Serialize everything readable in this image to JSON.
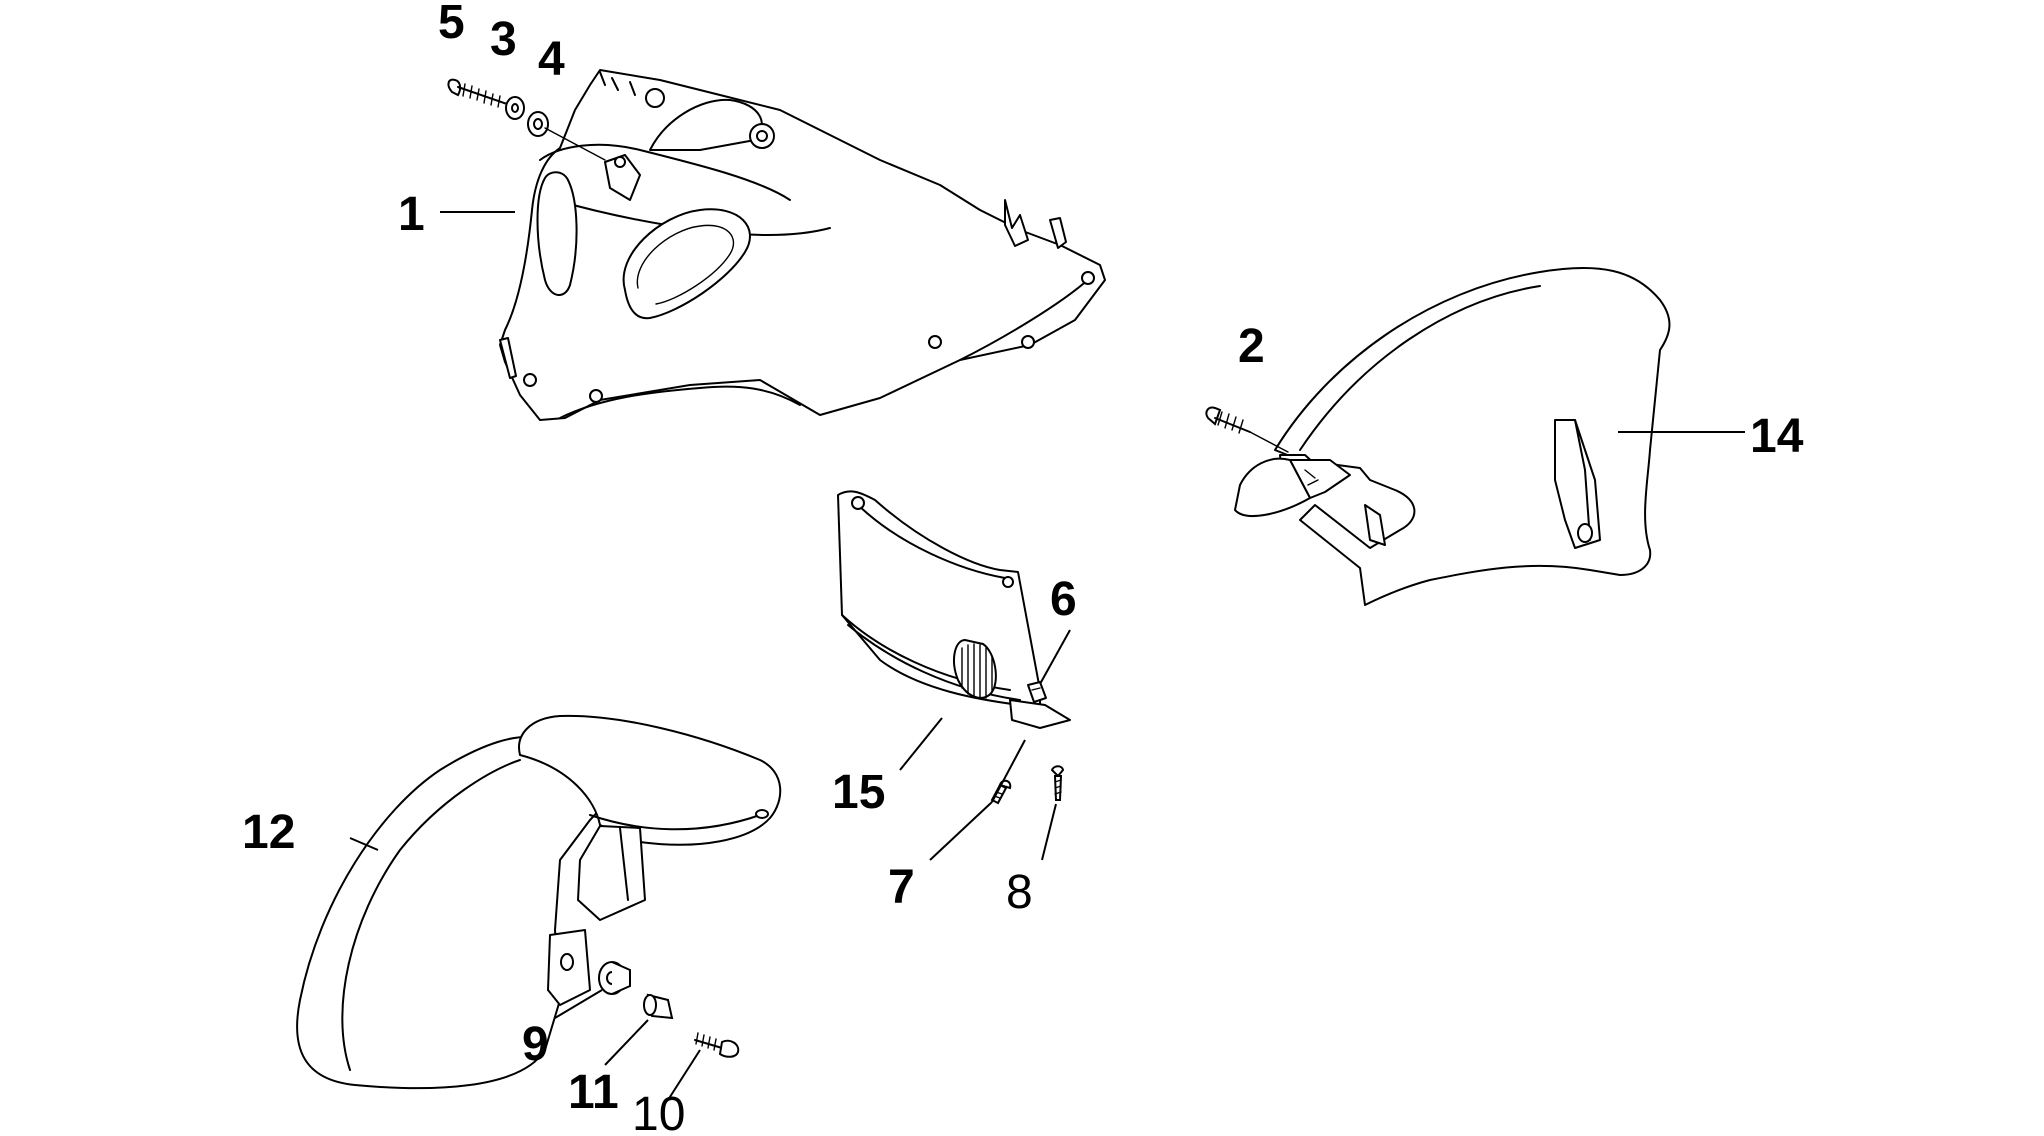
{
  "callouts": {
    "c1": "1",
    "c2": "2",
    "c3": "3",
    "c4": "4",
    "c5": "5",
    "c6": "6",
    "c7": "7",
    "c8": "8",
    "c9": "9",
    "c10": "10",
    "c11": "11",
    "c12": "12",
    "c14": "14",
    "c15": "15"
  }
}
